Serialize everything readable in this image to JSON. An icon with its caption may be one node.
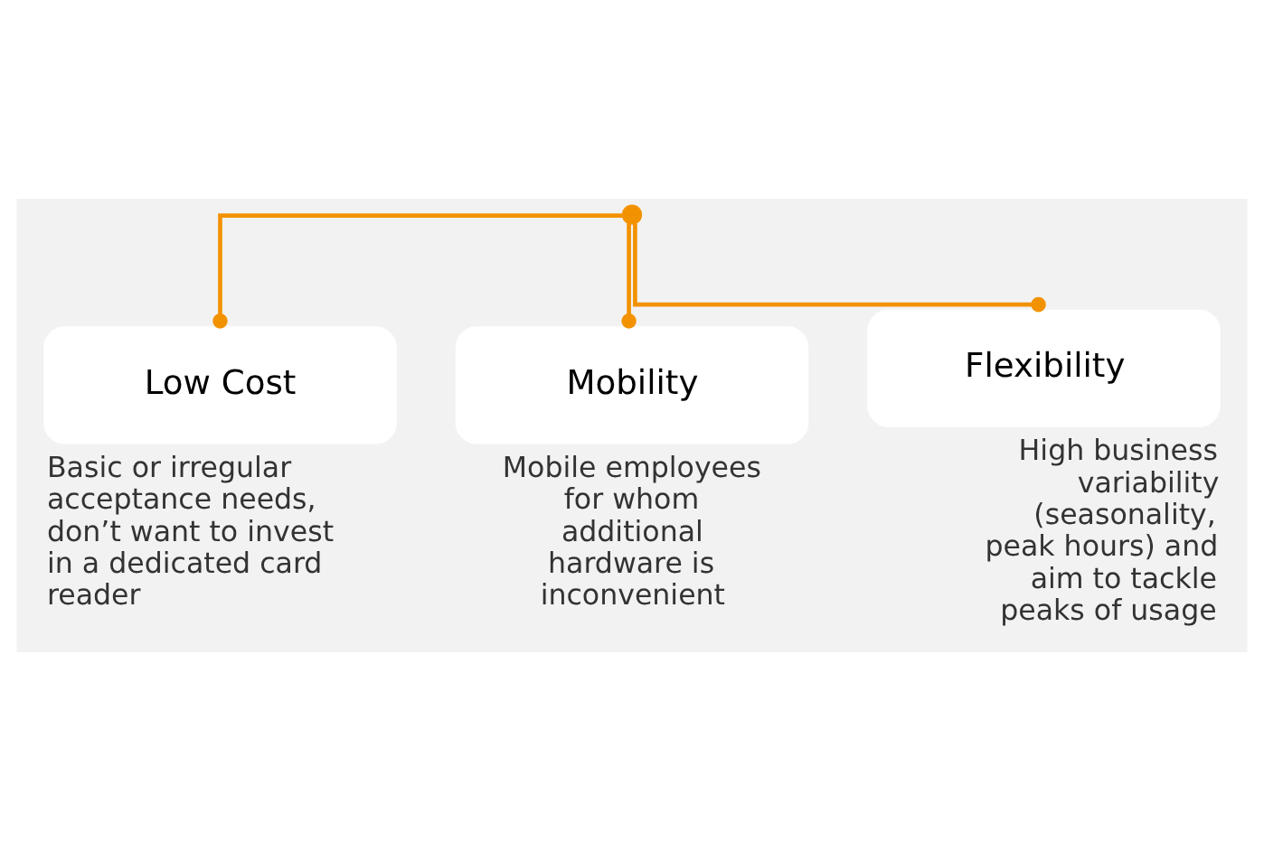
{
  "diagram": {
    "nodes": [
      {
        "text": [],
        "shape": "circle"
      },
      {
        "text": [
          "Low Cost"
        ],
        "beside": [
          "Basic or irregular acceptance needs, don’t want to invest in a dedicated card reader"
        ]
      },
      {
        "text": [
          "Mobility"
        ],
        "beside": [
          "Mobile employees for whom additional hardware is inconvenient"
        ]
      },
      {
        "text": [
          "Flexibility"
        ],
        "beside": [
          "High business variability (seasonality, peak hours) and aim to tackle peaks of usage"
        ]
      }
    ],
    "edges": [
      {
        "from": 0,
        "to": 1,
        "arrow": "other",
        "color": "#f39200"
      },
      {
        "from": 0,
        "to": 2,
        "arrow": "other",
        "color": "#f39200"
      },
      {
        "from": 0,
        "to": 3,
        "arrow": "other",
        "color": "#f39200"
      }
    ]
  }
}
